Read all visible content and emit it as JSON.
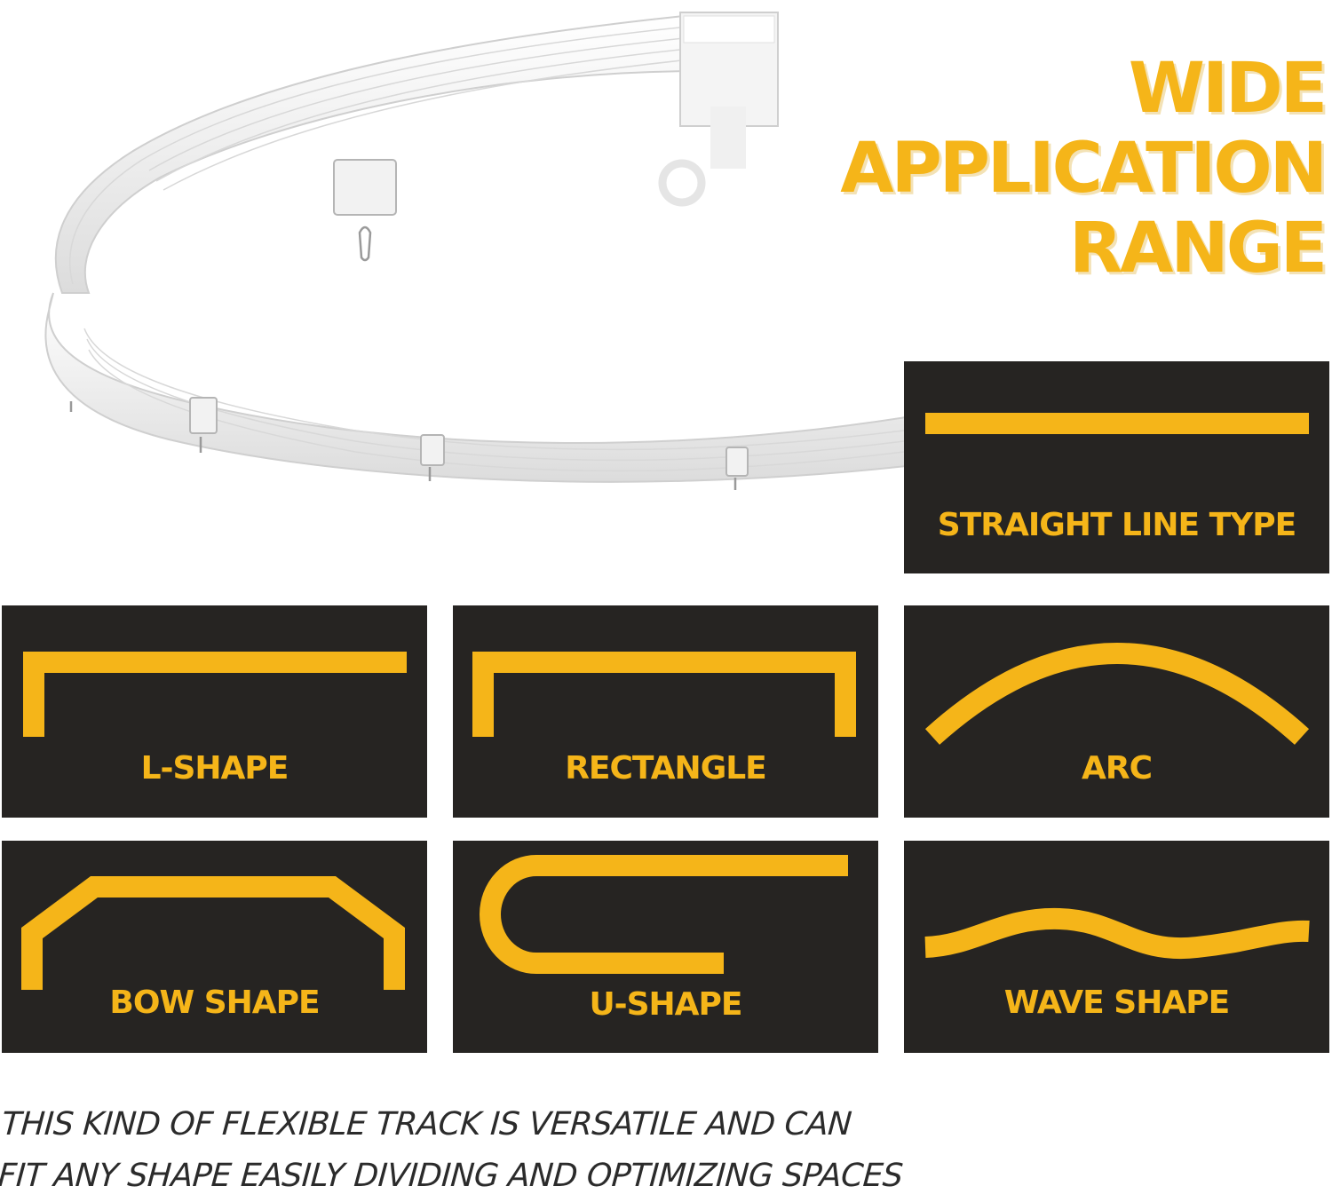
{
  "headline": {
    "line1": "WIDE",
    "line2": "APPLICATION",
    "line3": "RANGE"
  },
  "accent_color": "#f5b519",
  "card_background": "#262422",
  "shapes": [
    {
      "label": "STRAIGHT LINE TYPE",
      "icon": "straight-line-icon"
    },
    {
      "label": "L-SHAPE",
      "icon": "l-shape-icon"
    },
    {
      "label": "RECTANGLE",
      "icon": "rectangle-icon"
    },
    {
      "label": "ARC",
      "icon": "arc-icon"
    },
    {
      "label": "BOW SHAPE",
      "icon": "bow-shape-icon"
    },
    {
      "label": "U-SHAPE",
      "icon": "u-shape-icon"
    },
    {
      "label": "WAVE SHAPE",
      "icon": "wave-shape-icon"
    }
  ],
  "caption": {
    "line1": "THIS KIND OF FLEXIBLE TRACK IS VERSATILE AND CAN",
    "line2": "FIT ANY SHAPE EASILY DIVIDING AND OPTIMIZING SPACES"
  }
}
